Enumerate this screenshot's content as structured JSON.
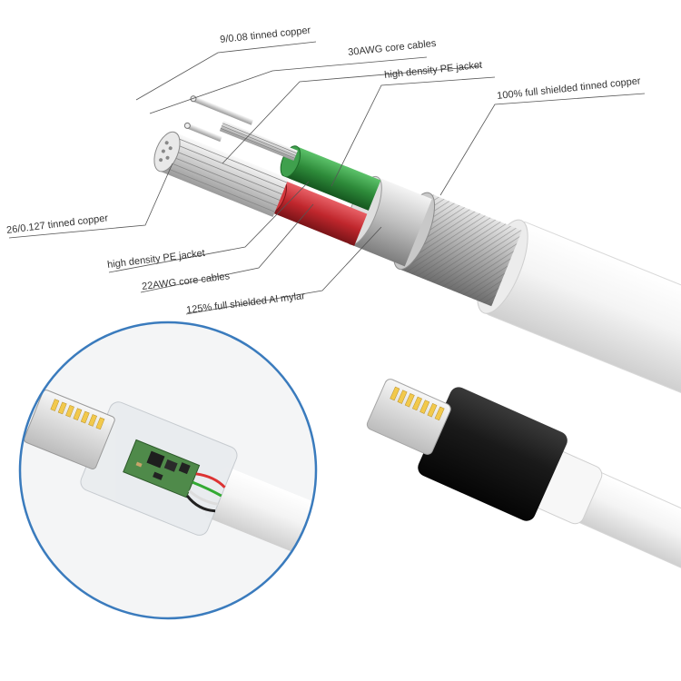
{
  "labels": {
    "tinned_copper_9": "9/0.08 tinned copper",
    "core_30awg": "30AWG core cables",
    "pe_jacket_top": "high density PE jacket",
    "full_shield": "100% full shielded tinned copper",
    "tinned_copper_26": "26/0.127 tinned copper",
    "pe_jacket_bottom": "high density PE jacket",
    "core_22awg": "22AWG core cables",
    "mylar": "125% full shielded Al mylar"
  },
  "colors": {
    "green_core": "#2e8b3a",
    "red_core": "#c0272d",
    "cable_white": "#f2f2f2",
    "connector_black": "#1a1a1a",
    "circle_border": "#3a7bbd"
  }
}
